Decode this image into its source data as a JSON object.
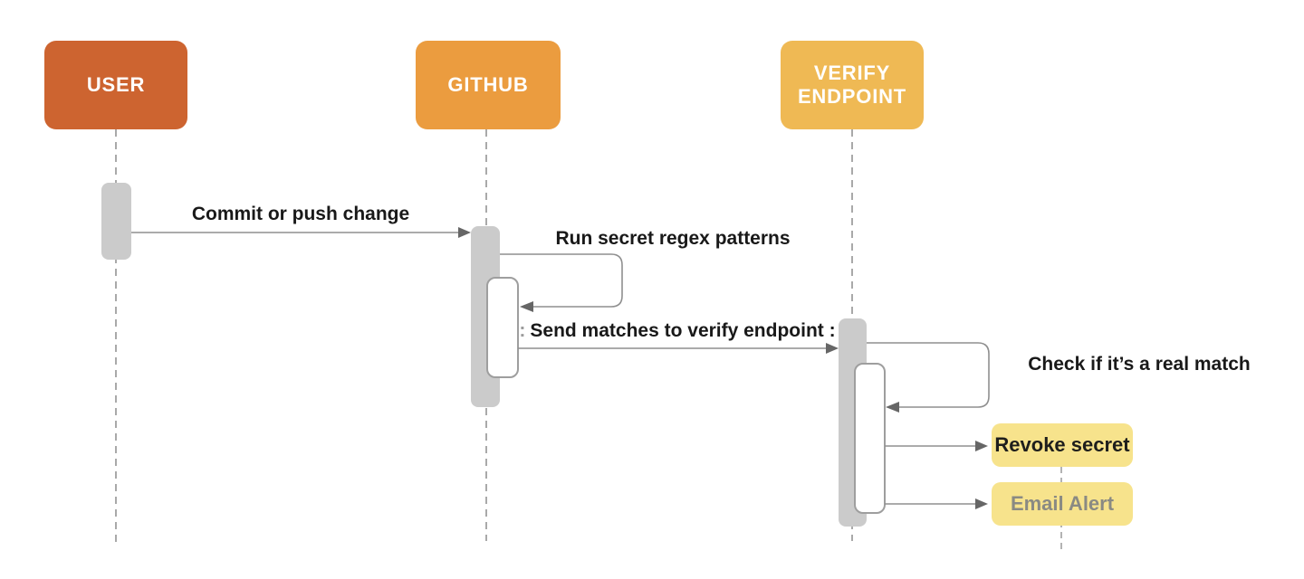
{
  "diagram": {
    "type": "sequence-diagram",
    "actors": [
      {
        "label": "USER",
        "color": "#cd6430"
      },
      {
        "label": "GITHUB",
        "color": "#eb9c3f"
      },
      {
        "label": "VERIFY ENDPOINT",
        "color": "#efb954"
      }
    ],
    "messages": [
      {
        "from": "USER",
        "to": "GITHUB",
        "label": "Commit or push change"
      },
      {
        "self": "GITHUB",
        "label": "Run secret regex patterns"
      },
      {
        "from": "GITHUB",
        "to": "VERIFY ENDPOINT",
        "prefix": ":",
        "label": "Send matches to verify endpoint :"
      },
      {
        "self": "VERIFY ENDPOINT",
        "label": "Check if it’s a real match"
      },
      {
        "from": "VERIFY ENDPOINT",
        "to": "Revoke secret"
      },
      {
        "from": "VERIFY ENDPOINT",
        "to": "Email Alert"
      }
    ],
    "notes": [
      {
        "label": "Revoke secret",
        "fill": "#f7e38c",
        "text_color": "#1e1e1c"
      },
      {
        "label": "Email Alert",
        "fill": "#f7e38c",
        "text_color": "#8a8a83"
      }
    ],
    "colors": {
      "background": "#ffffff",
      "activation_fill": "#cbcbcb",
      "activation_inner_fill": "#ffffff",
      "activation_inner_border": "#9e9e9e",
      "lifeline": "#a9a9a9",
      "arrow_line": "#8f8f8f",
      "arrowhead": "#666666",
      "message_text": "#191919"
    }
  }
}
